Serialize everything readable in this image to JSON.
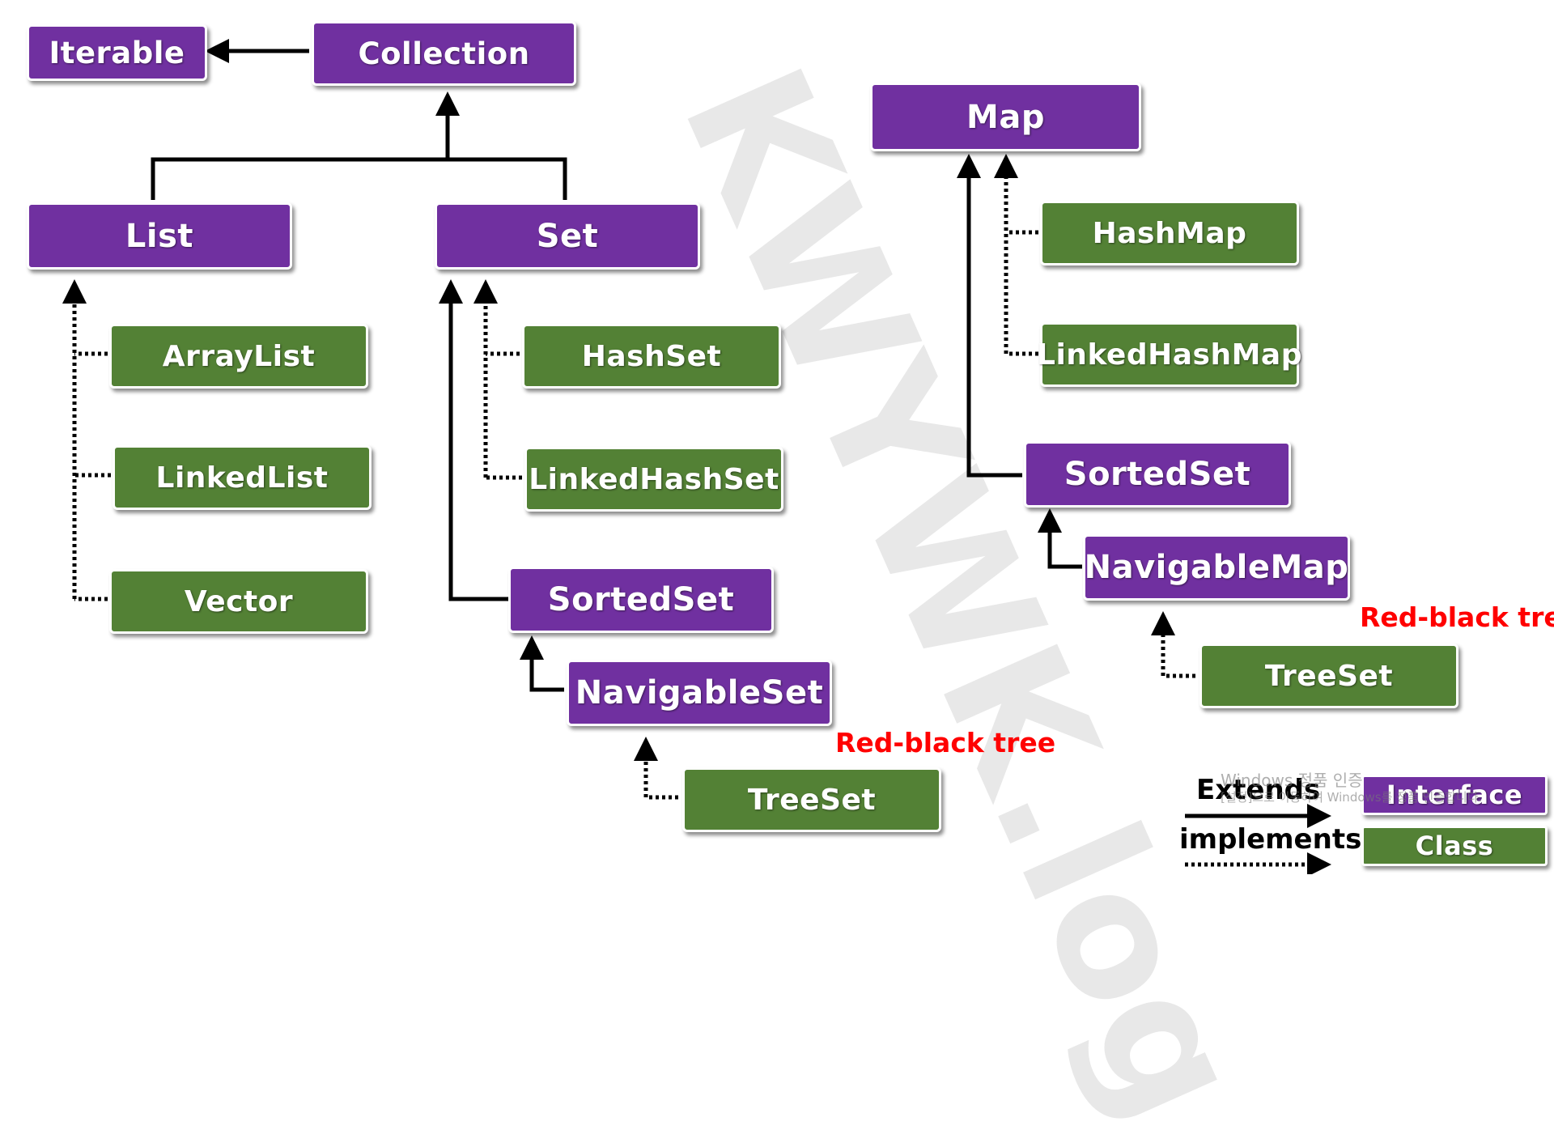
{
  "watermark": "KWYWK.log",
  "windows_activation": {
    "line1": "Windows 정품 인증",
    "line2": "[설정]으로 이동하여 Windows를 정품 인증합니다."
  },
  "colors": {
    "interface": "#7030a0",
    "class": "#538135",
    "annotation": "#ff0000"
  },
  "nodes": {
    "iterable": "Iterable",
    "collection": "Collection",
    "list": "List",
    "set": "Set",
    "arraylist": "ArrayList",
    "linkedlist": "LinkedList",
    "vector": "Vector",
    "hashset": "HashSet",
    "linkedhashset": "LinkedHashSet",
    "sortedset": "SortedSet",
    "navigableset": "NavigableSet",
    "treeset": "TreeSet",
    "map": "Map",
    "hashmap": "HashMap",
    "linkedhashmap": "LinkedHashMap",
    "sortedmap": "SortedSet",
    "navigablemap": "NavigableMap",
    "treemap": "TreeSet"
  },
  "annotations": {
    "set_tree": "Red-black tree",
    "map_tree": "Red-black tree"
  },
  "legend": {
    "extends": "Extends",
    "implements": "implements",
    "interface": "Interface",
    "class": "Class"
  }
}
